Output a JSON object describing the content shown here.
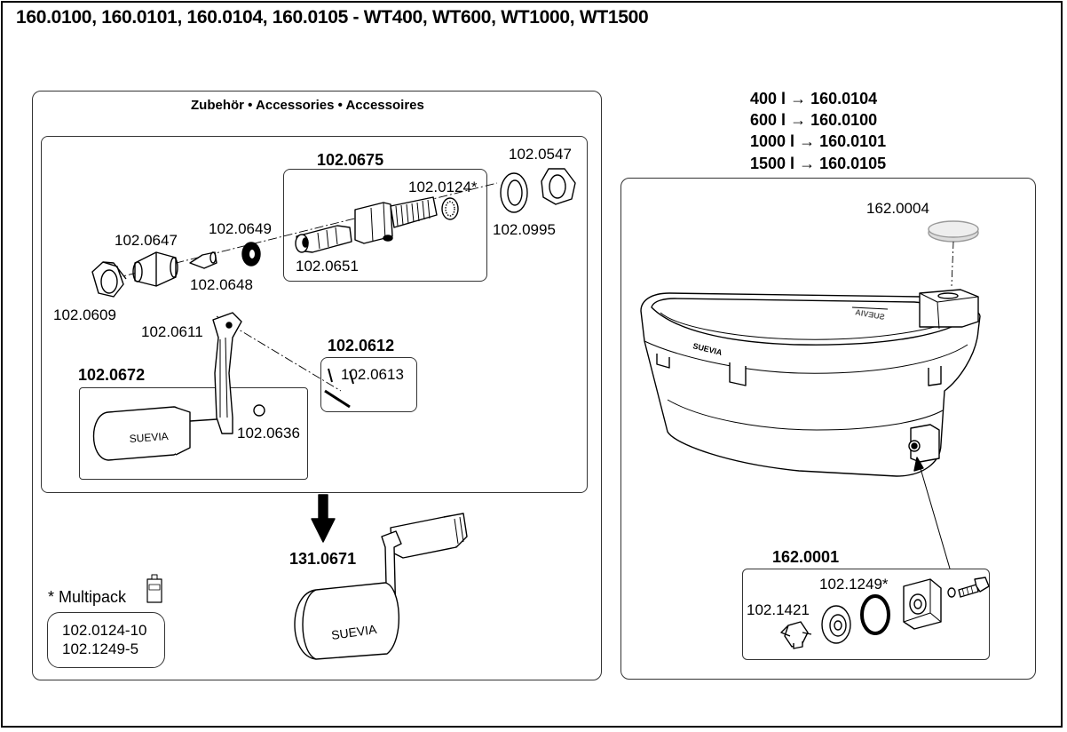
{
  "title": "160.0100, 160.0101, 160.0104, 160.0105 - WT400, WT600, WT1000, WT1500",
  "accessories": {
    "header": "Zubehör • Accessories • Accessoires",
    "kit_main": "102.0675",
    "parts": {
      "p0547": "102.0547",
      "p0124": "102.0124*",
      "p0995": "102.0995",
      "p0649": "102.0649",
      "p0647": "102.0647",
      "p0651": "102.0651",
      "p0648": "102.0648",
      "p0609": "102.0609",
      "p0611": "102.0611",
      "p0612": "102.0612",
      "p0613": "102.0613",
      "p0672": "102.0672",
      "p0636": "102.0636"
    },
    "valve_brand": "SUEVIA",
    "assembled": "131.0671",
    "assembled_brand": "SUEVIA",
    "multipack": {
      "label": "* Multipack",
      "items": [
        "102.0124-10",
        "102.1249-5"
      ]
    }
  },
  "volumes": [
    {
      "volume": "400 l",
      "arrow": "→",
      "article": "160.0104"
    },
    {
      "volume": "600 l",
      "arrow": "→",
      "article": "160.0100"
    },
    {
      "volume": "1000 l",
      "arrow": "→",
      "article": "160.0101"
    },
    {
      "volume": "1500 l",
      "arrow": "→",
      "article": "160.0105"
    }
  ],
  "trough": {
    "plug": "162.0004",
    "brand": "SUEVIA",
    "mirror_brand": "SUEVIA",
    "drain_kit": "162.0001",
    "p1249": "102.1249*",
    "p1421": "102.1421"
  }
}
